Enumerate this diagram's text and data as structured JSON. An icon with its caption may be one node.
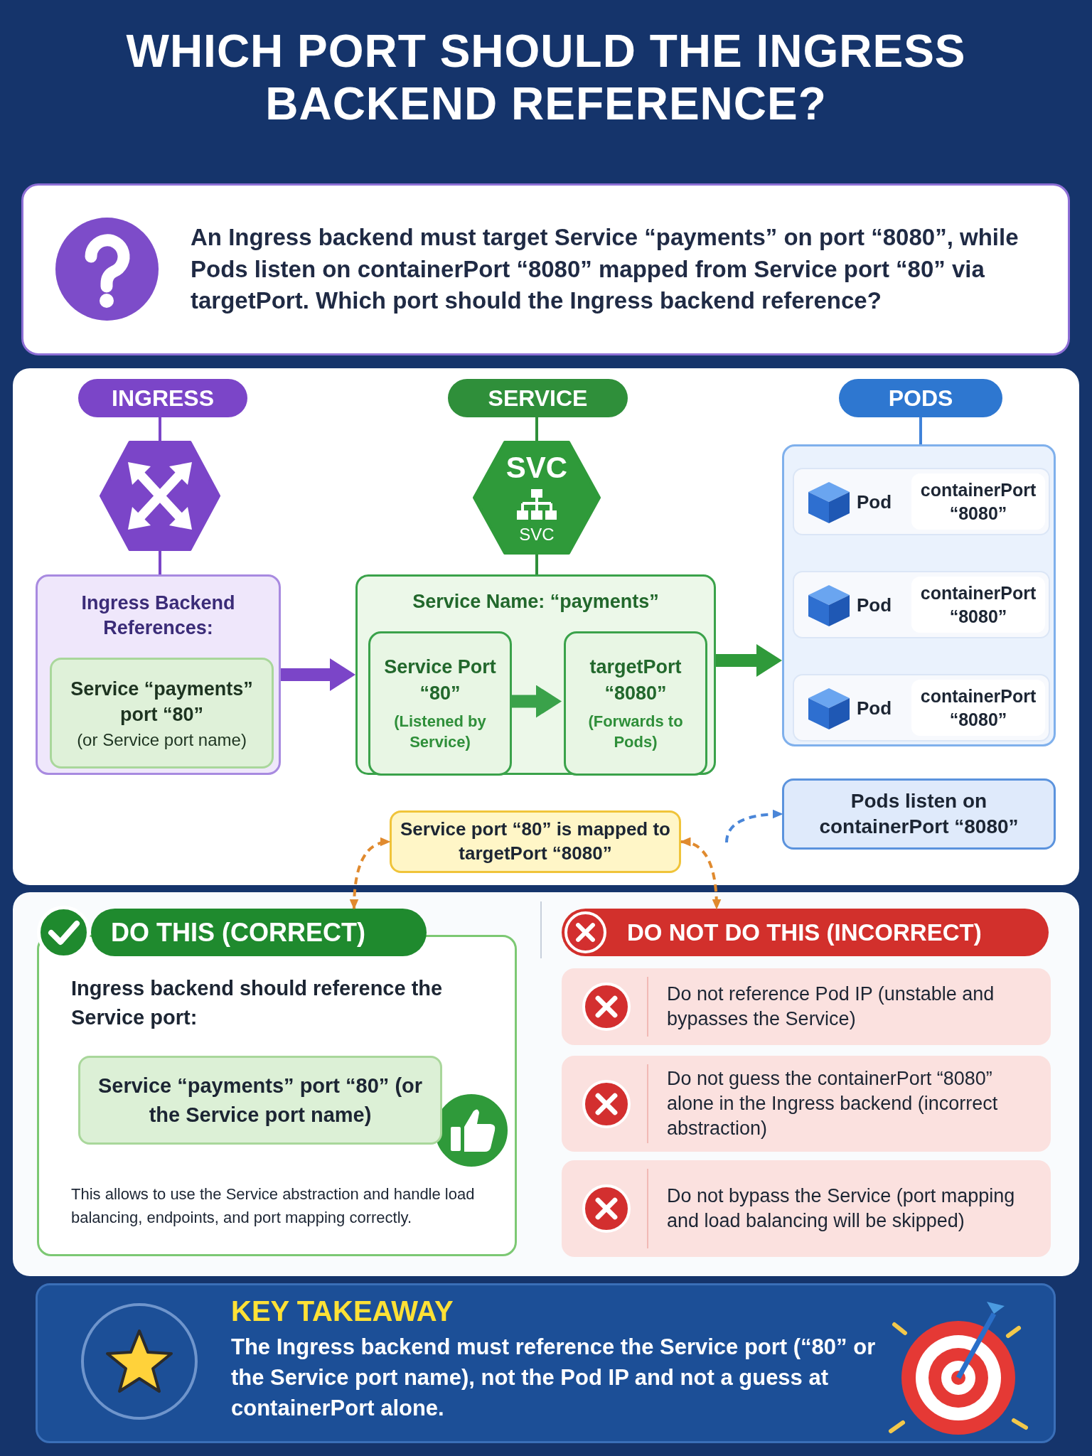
{
  "diagram": {
    "title": "WHICH PORT SHOULD THE INGRESS BACKEND REFERENCE?",
    "nodes": [
      {
        "text": [
          "An Ingress backend must target Service “payments” on port “8080”, while Pods listen on containerPort “8080” mapped from Service port “80” via targetPort. Which port should the Ingress backend reference?"
        ]
      },
      {
        "text": [
          "INGRESS"
        ]
      },
      {
        "text": [],
        "shape": "hexagon"
      },
      {
        "text": [
          "Ingress Backend References:"
        ]
      },
      {
        "text": [
          "Service “payments” port “80”",
          "(or Service port name)"
        ],
        "in": 3
      },
      {
        "text": [
          "SERVICE"
        ]
      },
      {
        "text": [
          "SVC",
          "SVC"
        ]
      },
      {
        "text": [
          "Service Name: “payments”"
        ]
      },
      {
        "text": [
          "Service Port “80”",
          "(Listened by Service)"
        ],
        "in": 7
      },
      {
        "text": [
          "targetPort “8080”",
          "(Forwards to Pods)"
        ],
        "in": 7
      },
      {
        "text": [
          "PODS"
        ]
      },
      {
        "text": [],
        "shape": "box"
      },
      {
        "text": [
          "Pod",
          "containerPort “8080”"
        ],
        "in": 11
      },
      {
        "text": [
          "Pod",
          "containerPort “8080”"
        ],
        "in": 11
      },
      {
        "text": [
          "Pod",
          "containerPort “8080”"
        ],
        "in": 11
      },
      {
        "text": [
          "Service port “80” is mapped to targetPort “8080”"
        ]
      },
      {
        "text": [
          "Pods listen on containerPort “8080”"
        ]
      },
      {
        "text": [
          "DO THIS (CORRECT)",
          "Ingress backend should reference the Service port:",
          "This allows to use the Service abstraction and handle load balancing, endpoints, and port mapping correctly."
        ]
      },
      {
        "text": [
          "Service “payments” port “80” (or the Service port name)"
        ],
        "in": 17
      },
      {
        "text": [
          "DO NOT DO THIS (INCORRECT)"
        ]
      },
      {
        "text": [
          "Do not reference Pod IP (unstable and bypasses the Service)"
        ]
      },
      {
        "text": [
          "Do not guess the containerPort “8080” alone in the Ingress backend (incorrect abstraction)"
        ]
      },
      {
        "text": [
          "Do not bypass the Service (port mapping and load balancing will be skipped)"
        ]
      },
      {
        "text": [
          "KEY TAKEAWAY",
          "The Ingress backend must reference the Service port (“80” or the Service port name), not the Pod IP and not a guess at containerPort alone."
        ]
      }
    ],
    "edges": [
      {
        "from": 1,
        "to": 2,
        "arrow": "none",
        "color": "#7b45c8"
      },
      {
        "from": 2,
        "to": 3,
        "arrow": "none",
        "color": "#7b45c8"
      },
      {
        "from": 3,
        "to": 7,
        "arrow": "to",
        "style": "thick",
        "color": "#7b45c8"
      },
      {
        "from": 5,
        "to": 6,
        "arrow": "none",
        "color": "#2f8f3a"
      },
      {
        "from": 6,
        "to": 7,
        "arrow": "none",
        "color": "#2f8f3a"
      },
      {
        "from": 8,
        "to": 9,
        "arrow": "to",
        "style": "thick",
        "color": "#3aa24a"
      },
      {
        "from": 7,
        "to": 11,
        "arrow": "to",
        "style": "thick",
        "color": "#2f9a3a"
      },
      {
        "from": 10,
        "to": 11,
        "arrow": "none",
        "color": "#3f82d9"
      },
      {
        "from": 17,
        "to": 15,
        "arrow": "both",
        "style": "dashed",
        "color": "#e08a2e"
      },
      {
        "from": 15,
        "to": 19,
        "arrow": "both",
        "style": "dashed",
        "color": "#e08a2e"
      },
      {
        "from": null,
        "to": 16,
        "arrow": "to",
        "style": "dashed",
        "color": "#4a86d8"
      }
    ]
  }
}
